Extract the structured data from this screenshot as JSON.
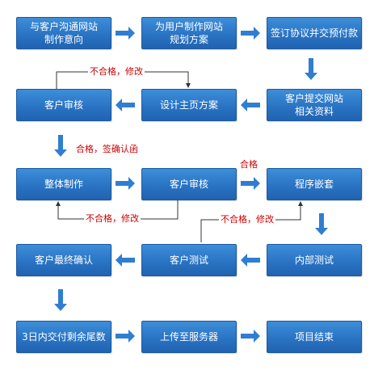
{
  "colors": {
    "box_fill": "#2a74c4",
    "box_text": "#ffffff",
    "arrow": "#2f7ed2",
    "note_text": "#cc0000",
    "loop_line": "#333333"
  },
  "steps": {
    "s1": "与客户沟通网站\n制作意向",
    "s2": "为用户制作网站\n规划方案",
    "s3": "签订协议并交预付款",
    "s4": "客户提交网站\n相关资料",
    "s5": "设计主页方案",
    "s6": "客户审核",
    "s7": "整体制作",
    "s8": "客户审核",
    "s9": "程序嵌套",
    "s10": "内部测试",
    "s11": "客户测试",
    "s12": "客户最终确认",
    "s13": "3日内交付剩余尾数",
    "s14": "上传至服务器",
    "s15": "项目结束"
  },
  "notes": {
    "n1": "不合格，修改",
    "n2": "合格，签确认函",
    "n3": "合格",
    "n4": "不合格，修改",
    "n5": "不合格，修改"
  }
}
